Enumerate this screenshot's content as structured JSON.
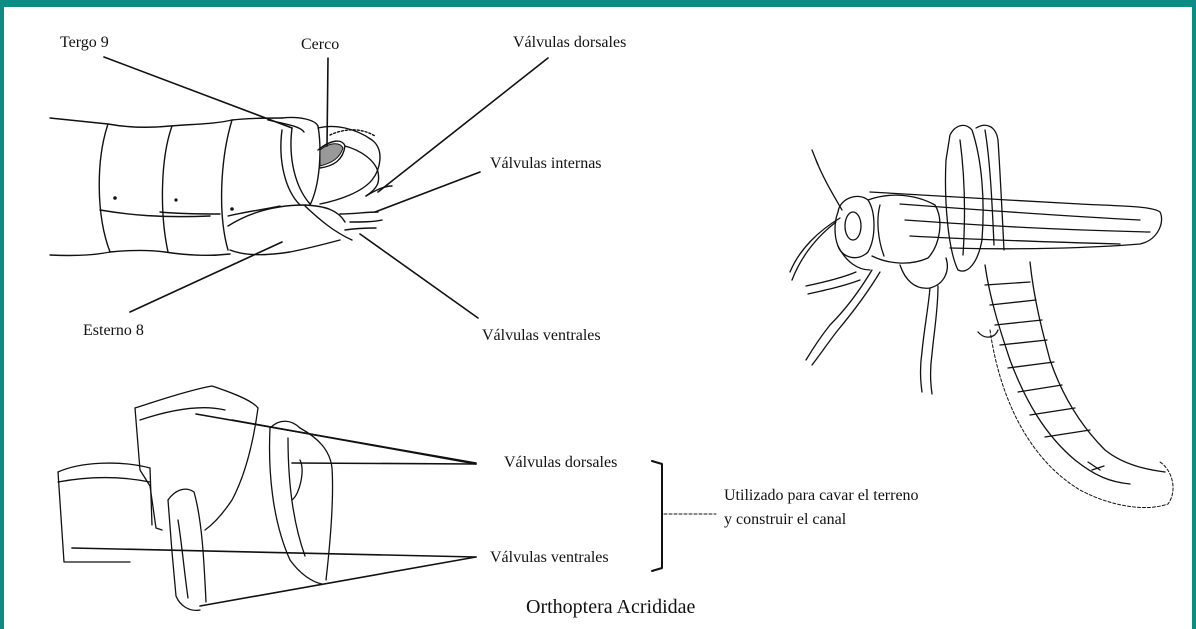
{
  "labels": {
    "tergo9": "Tergo 9",
    "cerco": "Cerco",
    "valvulas_dorsales_top": "Válvulas dorsales",
    "valvulas_internas": "Válvulas internas",
    "esterno8": "Esterno 8",
    "valvulas_ventrales_top": "Válvulas ventrales",
    "valvulas_dorsales_bottom": "Válvulas dorsales",
    "valvulas_ventrales_bottom": "Válvulas ventrales",
    "function_line1": "Utilizado para cavar el terreno",
    "function_line2": "y construir el canal"
  },
  "caption": "Orthoptera Acrididae",
  "colors": {
    "frame": "#0d8c86",
    "ink": "#111111"
  }
}
